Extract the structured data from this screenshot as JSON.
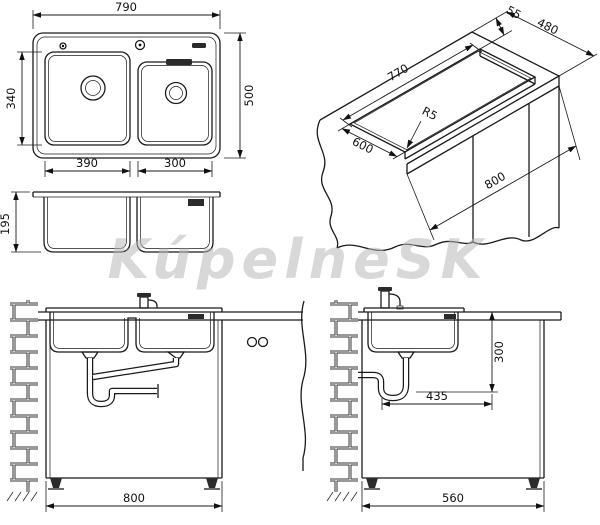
{
  "watermark": "KúpelneSK",
  "plan_view": {
    "overall_width": "790",
    "overall_depth": "500",
    "bowl_front_depth": "340",
    "left_bowl_width": "390",
    "right_bowl_width": "300"
  },
  "section_view": {
    "height": "195"
  },
  "iso_view": {
    "edge_offset": "55",
    "counter_depth": "480",
    "cutout_width": "770",
    "cutout_depth": "600",
    "corner_radius": "R5",
    "base_width": "800"
  },
  "front_view": {
    "cabinet_width": "800"
  },
  "side_view": {
    "counter_to_drain_height": "300",
    "drain_offset": "435",
    "cabinet_depth": "560"
  }
}
